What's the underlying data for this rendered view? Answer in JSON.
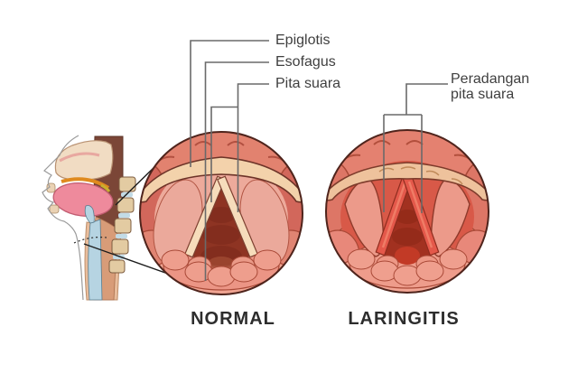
{
  "background_color": "#ffffff",
  "callout_labels": {
    "epiglotis": "Epiglotis",
    "esofagus": "Esofagus",
    "pita_suara": "Pita suara",
    "peradangan_line1": "Peradangan",
    "peradangan_line2": "pita suara"
  },
  "captions": {
    "normal": "NORMAL",
    "laringitis": "LARINGITIS"
  },
  "colors": {
    "background": "#ffffff",
    "label_text": "#3f3f3f",
    "caption_text": "#2d2d2d",
    "callout_line": "#6a6a6a",
    "connector_line": "#1c1c1c",
    "larynx_ring_normal": "#db7366",
    "larynx_ring_laringitis": "#e4826f",
    "epiglottis_band_normal": "#f3d2ab",
    "epiglottis_band_laringitis": "#eec29c",
    "vocal_cord_normal": "#f6dcbb",
    "vocal_cord_inflamed": "#e4584a",
    "glottis_dark_normal": "#8e3423",
    "glottis_dark_laringitis": "#a23120",
    "inflamed_tissue": "#d85948",
    "tongue_pink": "#ee8a9c",
    "trachea_blue": "#b6d4e2"
  }
}
